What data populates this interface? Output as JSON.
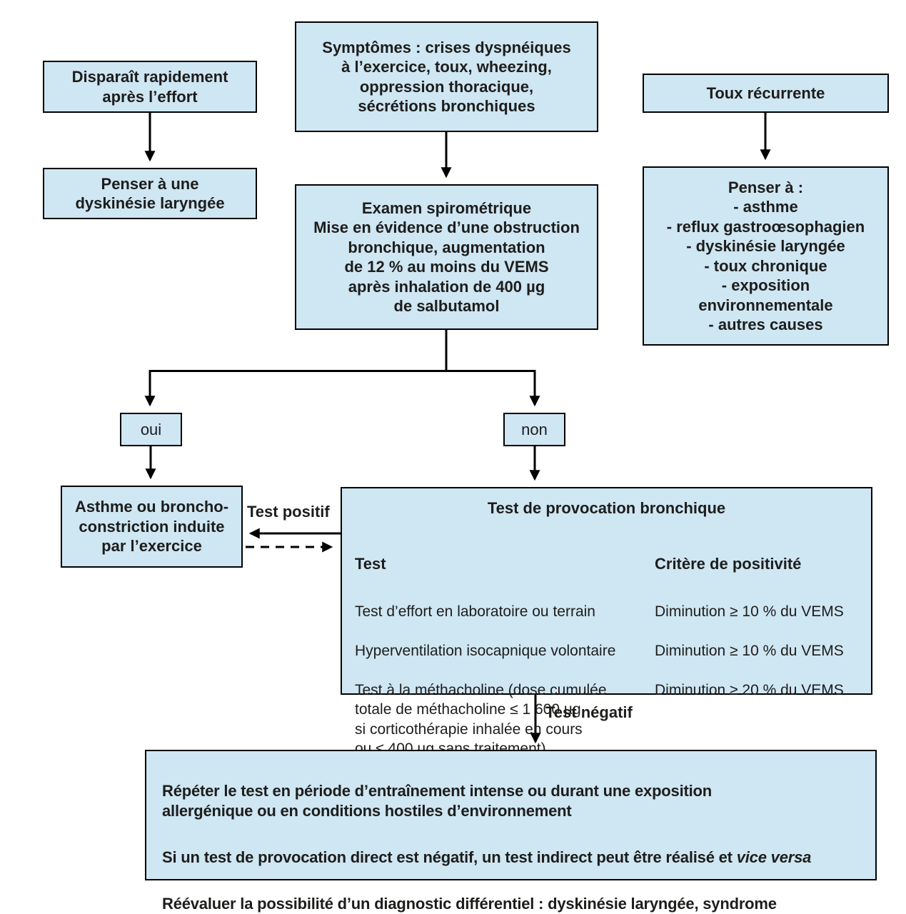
{
  "diagram": {
    "language": "fr",
    "topic": "Démarche diagnostique devant des symptômes respiratoires à l'exercice",
    "colors": {
      "box_fill": "#cfe6f3",
      "box_border": "#000000",
      "text": "#1d1d1b",
      "arrow": "#000000",
      "background": "#ffffff"
    }
  },
  "nodes": {
    "disparait": {
      "text": "Disparaît rapidement\naprès l’effort"
    },
    "symptomes": {
      "text": "Symptômes : crises dyspnéiques\nà l’exercice, toux, wheezing,\noppression thoracique,\nsécrétions bronchiques"
    },
    "toux": {
      "text": "Toux récurrente"
    },
    "dyskinesie": {
      "text": "Penser à une\ndyskinésie laryngée"
    },
    "spirometrie": {
      "title": "Examen spirométrique",
      "body": "Mise en évidence d’une obstruction\nbronchique, augmentation\nde 12 % au moins du VEMS\naprès inhalation de 400 µg\nde salbutamol"
    },
    "penser": {
      "text": "Penser à :\n- asthme\n- reflux gastroœsophagien\n- dyskinésie laryngée\n- toux chronique\n- exposition\nenvironnementale\n- autres causes"
    },
    "oui": {
      "text": "oui"
    },
    "non": {
      "text": "non"
    },
    "asthme": {
      "text": "Asthme ou broncho-\nconstriction induite\npar l’exercice"
    },
    "provocation": {
      "title": "Test de provocation bronchique",
      "col_test_header": "Test",
      "col_criteria_header": "Critère de positivité",
      "tests": [
        "Test d’effort en laboratoire ou terrain",
        "Hyperventilation isocapnique volontaire",
        "Test à la méthacholine (dose cumulée\ntotale de méthacholine ≤ 1 600 µg\nsi corticothérapie inhalée en cours\nou ≤ 400 µg sans traitement)"
      ],
      "criteria": [
        "Diminution ≥ 10 % du VEMS",
        "Diminution ≥ 10 % du VEMS",
        "Diminution ≥ 20 % du VEMS"
      ]
    },
    "bottom": {
      "p1": "Répéter le test en période d’entraînement intense ou durant une exposition\nallergénique ou en conditions hostiles d’environnement",
      "p2_main": "Si un test de provocation direct est négatif, un test indirect peut être réalisé et ",
      "p2_italic": "vice versa",
      "p3": "Réévaluer la possibilité d’un diagnostic différentiel : dyskinésie laryngée, syndrome\nd’hyperventilation, syndrome de surentraînement, pathologie cardiovasculaire"
    }
  },
  "edge_labels": {
    "test_positif": "Test positif",
    "test_negatif": "Test négatif"
  }
}
